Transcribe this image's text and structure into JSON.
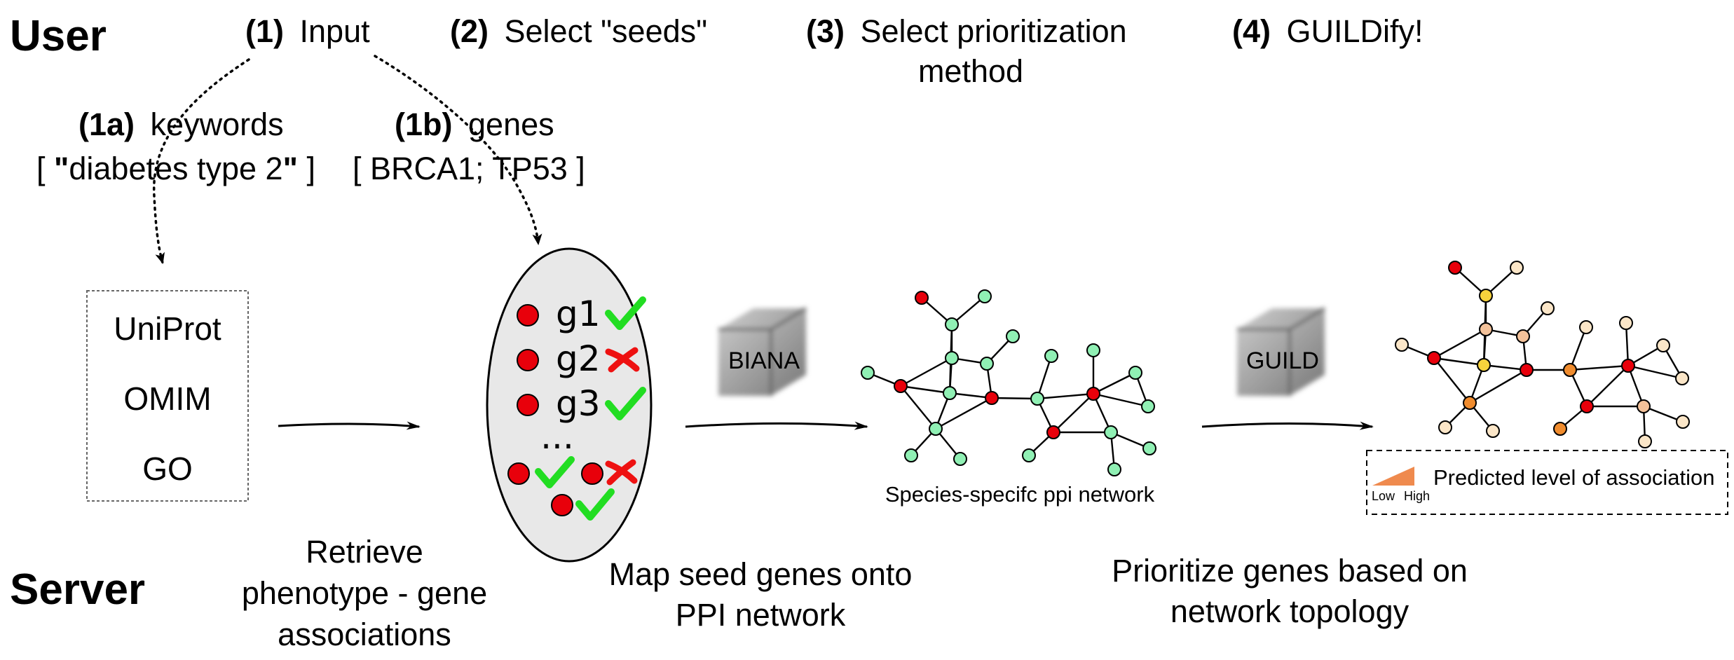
{
  "labels": {
    "user": "User",
    "server": "Server"
  },
  "steps": {
    "s1": {
      "num": "(1)",
      "text": "Input"
    },
    "s2": {
      "num": "(2)",
      "text": "Select \"seeds\""
    },
    "s3": {
      "num": "(3)",
      "text_line1": "Select prioritization",
      "text_line2": "method"
    },
    "s4": {
      "num": "(4)",
      "text": "GUILDify!"
    }
  },
  "inputs": {
    "keywords": {
      "num": "(1a)",
      "label": "keywords",
      "open": "[ ",
      "q1": "\"",
      "value": "diabetes type 2",
      "q2": "\"",
      "close": " ]"
    },
    "genes": {
      "num": "(1b)",
      "label": "genes",
      "value": "[ BRCA1; TP53 ]"
    }
  },
  "databases": [
    "UniProt",
    "OMIM",
    "GO"
  ],
  "seed_genes": [
    {
      "name": "g1",
      "selected": true
    },
    {
      "name": "g2",
      "selected": false
    },
    {
      "name": "g3",
      "selected": true
    }
  ],
  "seed_ellipsis": "...",
  "tools": {
    "biana": "BIANA",
    "guild": "GUILD"
  },
  "network_caption": "Species-specifc ppi network",
  "legend": {
    "title": "Predicted level of association",
    "low": "Low",
    "high": "High"
  },
  "server_steps": {
    "retrieve": [
      "Retrieve",
      "phenotype - gene",
      "associations"
    ],
    "map": [
      "Map seed genes onto",
      "PPI network"
    ],
    "prioritize": [
      "Prioritize genes based on",
      "network topology"
    ]
  },
  "colors": {
    "seed_red": "#e8000b",
    "network_green": "#90f0b4",
    "check_green": "#22dd22",
    "cross_red": "#ee1111",
    "ellipse_fill": "#e8e8e8",
    "low": "#fbe6c8",
    "mid_yellow": "#f7d23c",
    "mid_orange": "#f08c2e",
    "peach": "#f4c29a"
  }
}
